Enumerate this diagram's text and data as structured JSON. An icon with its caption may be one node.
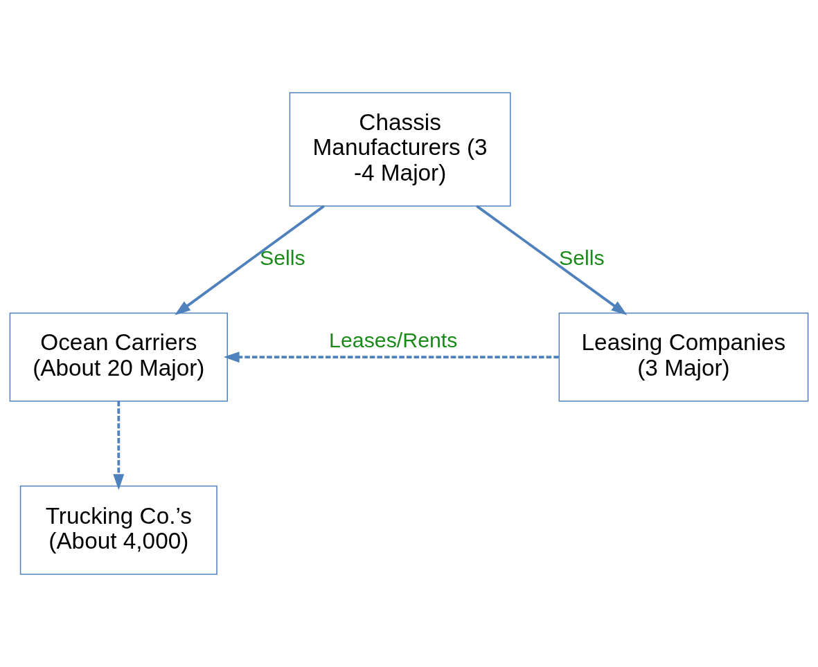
{
  "diagram": {
    "nodes": [
      {
        "text": [
          "Chassis Manufacturers (3 -4 Major)"
        ]
      },
      {
        "text": [
          "Ocean Carriers (About 20 Major)"
        ]
      },
      {
        "text": [
          "Leasing Companies (3 Major)"
        ]
      },
      {
        "text": [
          "Trucking Co.’s (About 4,000)"
        ]
      }
    ],
    "edges": [
      {
        "from": 0,
        "to": 1,
        "arrow": "to",
        "label": "Sells"
      },
      {
        "from": 0,
        "to": 2,
        "arrow": "to",
        "label": "Sells"
      },
      {
        "from": 2,
        "to": 1,
        "arrow": "to",
        "label": "Leases/Rents",
        "style": "dashed"
      },
      {
        "from": 1,
        "to": 3,
        "arrow": "to",
        "style": "dashed"
      }
    ]
  }
}
